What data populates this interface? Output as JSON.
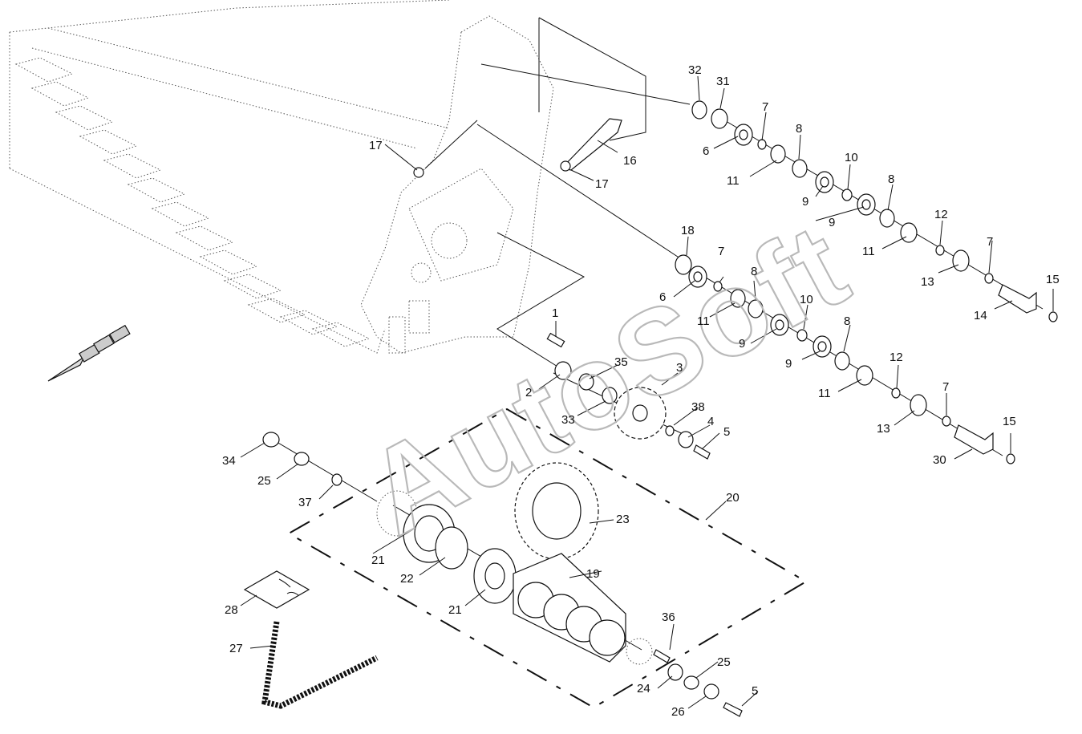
{
  "watermark": "AutoSoft",
  "callouts": {
    "c1": "1",
    "c2": "2",
    "c3": "3",
    "c4": "4",
    "c5a": "5",
    "c5b": "5",
    "c6a": "6",
    "c6b": "6",
    "c7a": "7",
    "c7b": "7",
    "c7c": "7",
    "c7d": "7",
    "c8a": "8",
    "c8b": "8",
    "c8c": "8",
    "c8d": "8",
    "c9a": "9",
    "c9b": "9",
    "c9c": "9",
    "c9d": "9",
    "c10a": "10",
    "c10b": "10",
    "c11a": "11",
    "c11b": "11",
    "c11c": "11",
    "c11d": "11",
    "c12a": "12",
    "c12b": "12",
    "c13a": "13",
    "c13b": "13",
    "c14": "14",
    "c15a": "15",
    "c15b": "15",
    "c16": "16",
    "c17a": "17",
    "c17b": "17",
    "c18": "18",
    "c19": "19",
    "c20": "20",
    "c21a": "21",
    "c21b": "21",
    "c22": "22",
    "c23": "23",
    "c24": "24",
    "c25a": "25",
    "c25b": "25",
    "c26": "26",
    "c27": "27",
    "c28": "28",
    "c30": "30",
    "c31": "31",
    "c32": "32",
    "c33": "33",
    "c34": "34",
    "c35": "35",
    "c36": "36",
    "c37": "37",
    "c38": "38"
  }
}
